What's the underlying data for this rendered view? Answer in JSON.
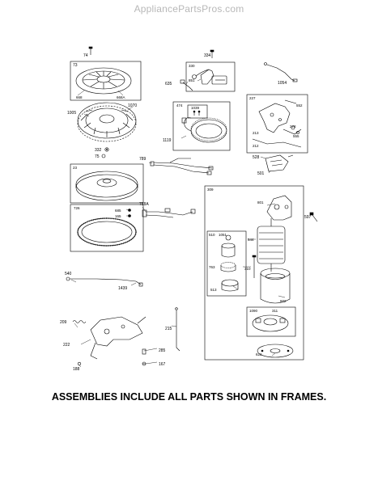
{
  "watermark": "AppliancePartsPros.com",
  "footer": "ASSEMBLIES INCLUDE ALL PARTS SHOWN IN FRAMES.",
  "callouts": {
    "p74": "74",
    "p73": "73",
    "p668": "668",
    "p668a": "668A",
    "p1005": "1005",
    "p1070": "1070",
    "p332": "332",
    "p75": "75",
    "p334": "334",
    "p330": "330",
    "p635": "635",
    "p851": "851",
    "p1054": "1054",
    "p474": "474",
    "p1039": "1039",
    "p1119": "1119",
    "p227": "227",
    "p552": "552",
    "p213": "213",
    "p212": "212",
    "p278": "278",
    "p555": "555",
    "p528": "528",
    "p501": "501",
    "p789": "789",
    "p23": "23",
    "p726": "726",
    "p685": "685",
    "p165": "165",
    "p788a": "788A",
    "p309": "309",
    "p801": "801",
    "p597": "597",
    "p510": "510",
    "p1051": "1051",
    "p544": "544",
    "p763": "763",
    "p310": "310",
    "p513": "513",
    "p602": "602",
    "p540": "540",
    "p1439": "1439",
    "p1090": "1090",
    "p311": "311",
    "p622": "622",
    "p209": "209",
    "p215": "215",
    "p222": "222",
    "p285": "285",
    "p167": "167",
    "p188": "188"
  }
}
